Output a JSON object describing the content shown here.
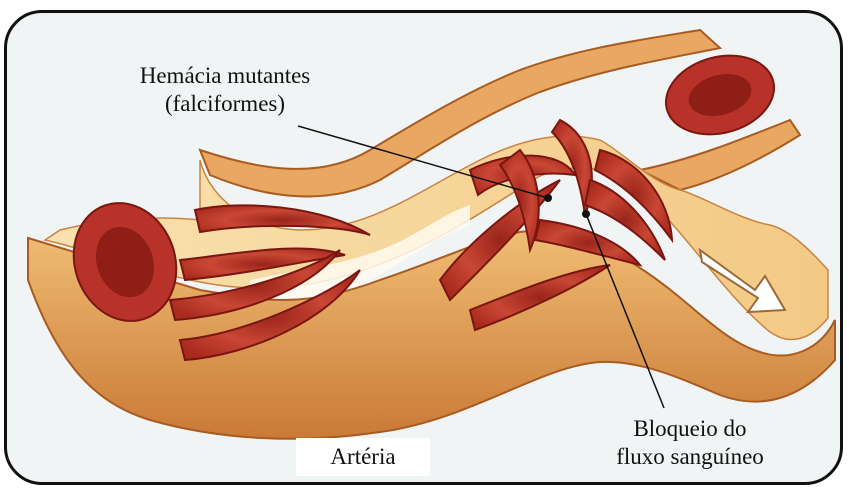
{
  "labels": {
    "hemacia_line1": "Hemácia mutantes",
    "hemacia_line2": "(falciformes)",
    "bloqueio_line1": "Bloqueio do",
    "bloqueio_line2": "fluxo sanguíneo",
    "arteria": "Artéria"
  },
  "colors": {
    "vessel_outer": "#e2a55a",
    "vessel_inner": "#f6d79a",
    "vessel_wall_dark": "#b8692c",
    "cell_red": "#c53a2c",
    "cell_dark": "#8e1d15",
    "arrow": "#ffffff"
  },
  "icons": {
    "flow_arrow": "arrow-right-icon"
  }
}
